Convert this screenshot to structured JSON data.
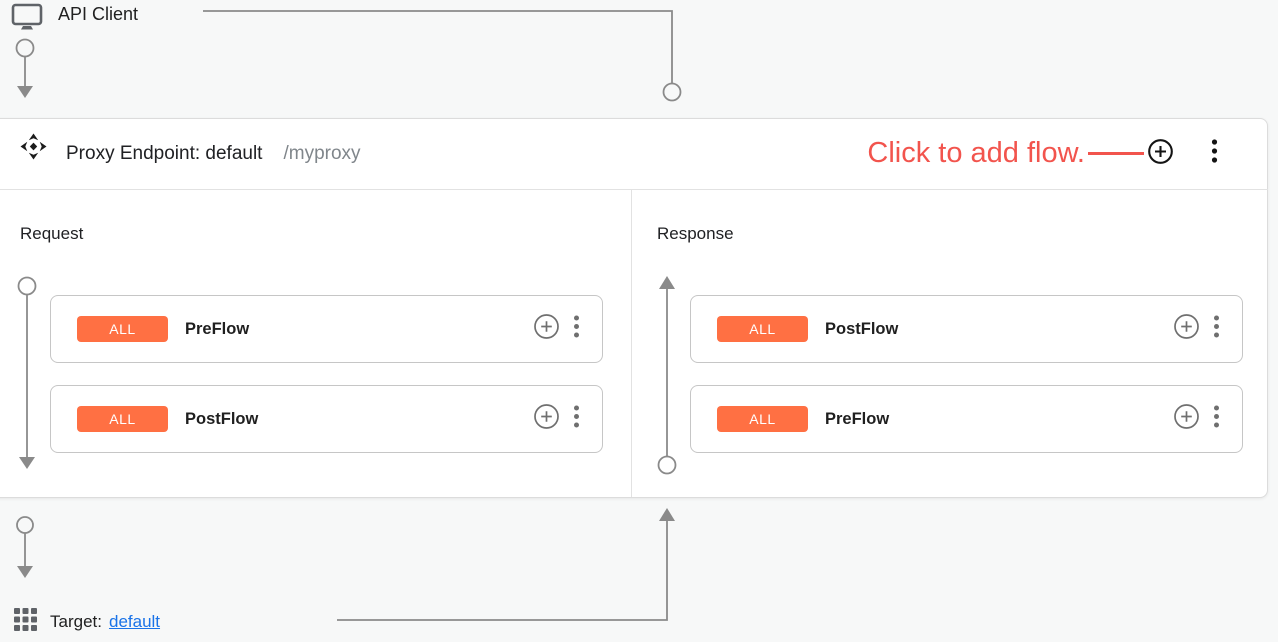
{
  "api_client": {
    "label": "API Client"
  },
  "proxy_endpoint": {
    "title": "Proxy Endpoint: default",
    "path": "/myproxy",
    "annotation": "Click to add flow.",
    "request": {
      "label": "Request",
      "flows": [
        {
          "badge": "ALL",
          "label": "PreFlow"
        },
        {
          "badge": "ALL",
          "label": "PostFlow"
        }
      ]
    },
    "response": {
      "label": "Response",
      "flows": [
        {
          "badge": "ALL",
          "label": "PostFlow"
        },
        {
          "badge": "ALL",
          "label": "PreFlow"
        }
      ]
    }
  },
  "target": {
    "label": "Target:",
    "link": "default"
  },
  "icons": {
    "api_client": "monitor-icon",
    "proxy_endpoint": "move-diamond-icon",
    "add_flow": "plus-circle-icon",
    "menu": "kebab-menu-icon",
    "target": "grid-icon"
  },
  "colors": {
    "badge_orange": "#FF7043",
    "annotation_red": "#F2544D",
    "link_blue": "#1A73E8",
    "connector_gray": "#8A8A8A"
  }
}
